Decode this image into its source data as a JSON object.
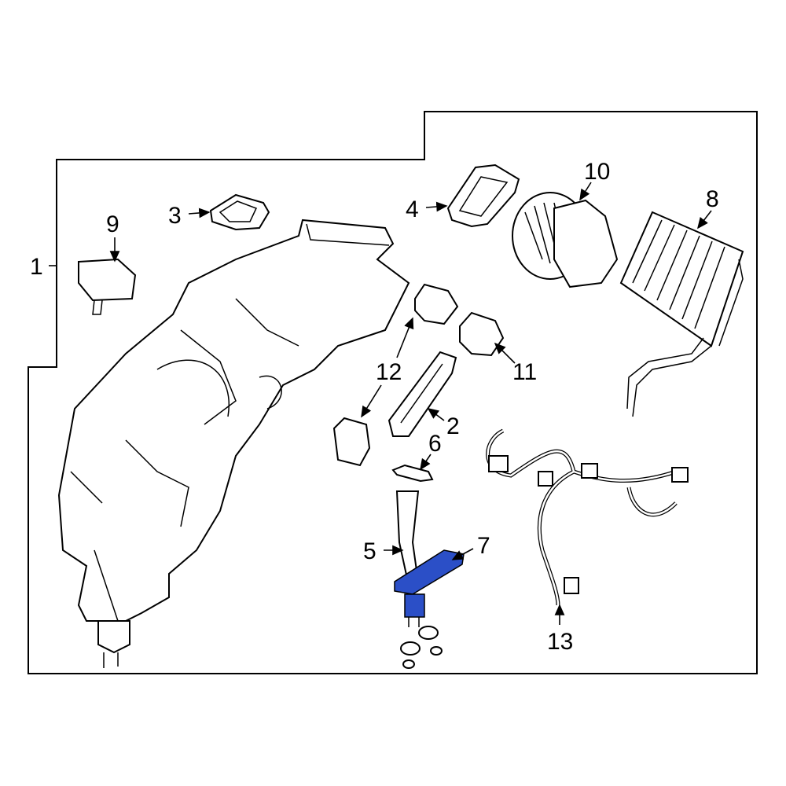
{
  "diagram": {
    "highlight_color": "#2b4fc7",
    "callouts": [
      {
        "id": "1",
        "label": "1"
      },
      {
        "id": "2",
        "label": "2"
      },
      {
        "id": "3",
        "label": "3"
      },
      {
        "id": "4",
        "label": "4"
      },
      {
        "id": "5",
        "label": "5"
      },
      {
        "id": "6",
        "label": "6"
      },
      {
        "id": "7",
        "label": "7"
      },
      {
        "id": "8",
        "label": "8"
      },
      {
        "id": "9",
        "label": "9"
      },
      {
        "id": "10",
        "label": "10"
      },
      {
        "id": "11",
        "label": "11"
      },
      {
        "id": "12",
        "label": "12"
      },
      {
        "id": "13",
        "label": "13"
      }
    ]
  }
}
